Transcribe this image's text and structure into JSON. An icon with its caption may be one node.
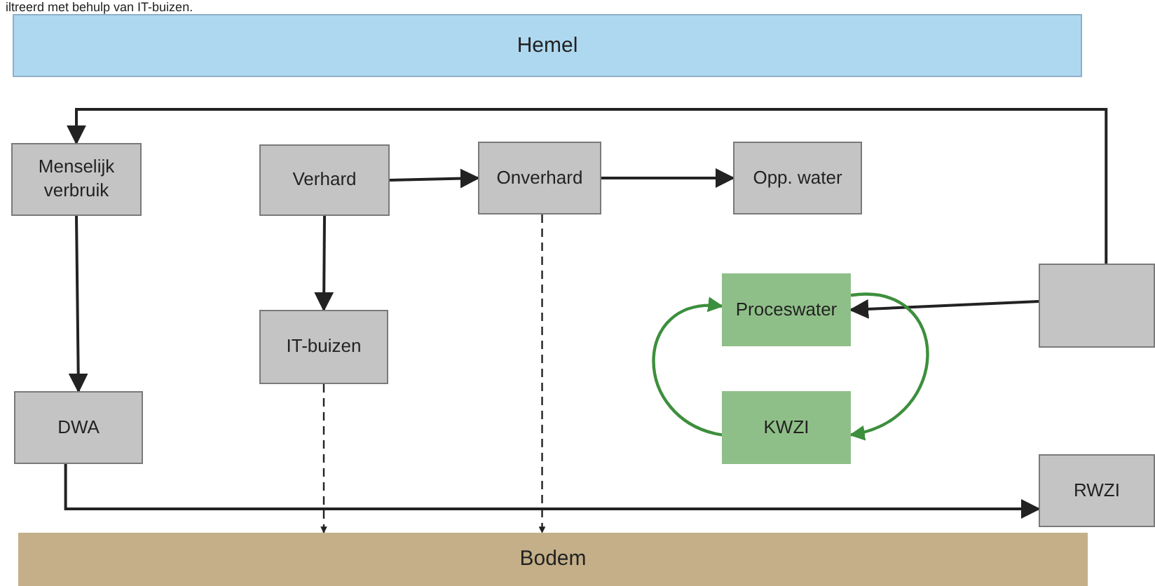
{
  "diagram": {
    "nodes": [
      {
        "text": [
          "Hemel"
        ]
      },
      {
        "text": [
          "Menselijk verbruik"
        ]
      },
      {
        "text": [
          "Verhard"
        ]
      },
      {
        "text": [
          "Onverhard"
        ]
      },
      {
        "text": [
          "Opp. water"
        ]
      },
      {
        "text": [
          "Proceswater"
        ]
      },
      {
        "text": [],
        "shape": "box"
      },
      {
        "text": [
          "IT-buizen"
        ]
      },
      {
        "text": [
          "DWA"
        ]
      },
      {
        "text": [
          "KWZI"
        ]
      },
      {
        "text": [
          "RWZI"
        ]
      },
      {
        "text": [
          "Bodem"
        ]
      }
    ],
    "edges": [
      {
        "from": 6,
        "to": 1,
        "arrow": "to"
      },
      {
        "from": 1,
        "to": 8,
        "arrow": "to"
      },
      {
        "from": 2,
        "to": 3,
        "arrow": "to"
      },
      {
        "from": 3,
        "to": 4,
        "arrow": "to"
      },
      {
        "from": 2,
        "to": 7,
        "arrow": "to"
      },
      {
        "from": 7,
        "to": 11,
        "arrow": "to",
        "style": "dashed"
      },
      {
        "from": 3,
        "to": 11,
        "arrow": "to",
        "style": "dashed"
      },
      {
        "from": 6,
        "to": 5,
        "arrow": "to"
      },
      {
        "from": 5,
        "to": 9,
        "arrow": "to",
        "color": "#3d8f3d"
      },
      {
        "from": 9,
        "to": 5,
        "arrow": "to",
        "color": "#3d8f3d"
      },
      {
        "from": 8,
        "to": 10,
        "arrow": "to"
      }
    ],
    "labels": [
      "iltreerd met behulp van IT-buizen."
    ]
  }
}
